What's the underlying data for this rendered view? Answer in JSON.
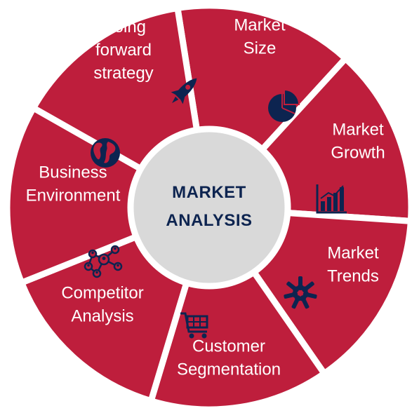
{
  "colors": {
    "segment": "#be1e3c",
    "gap": "#ffffff",
    "center_fill": "#d9d9d9",
    "center_text": "#0d2450",
    "icon": "#0d2450",
    "label": "#ffffff"
  },
  "center": {
    "line1": "MARKET",
    "line2": "ANALYSIS"
  },
  "segments": [
    {
      "name": "market-size",
      "lines": [
        "Market",
        "Size"
      ],
      "icon": "pie-chart-icon"
    },
    {
      "name": "market-growth",
      "lines": [
        "Market",
        "Growth"
      ],
      "icon": "bar-chart-icon"
    },
    {
      "name": "market-trends",
      "lines": [
        "Market",
        "Trends"
      ],
      "icon": "hands-circle-icon"
    },
    {
      "name": "customer-segmentation",
      "lines": [
        "Customer",
        "Segmentation"
      ],
      "icon": "shopping-cart-icon"
    },
    {
      "name": "competitor-analysis",
      "lines": [
        "Competitor",
        "Analysis"
      ],
      "icon": "network-icon"
    },
    {
      "name": "business-environment",
      "lines": [
        "Business",
        "Environment"
      ],
      "icon": "globe-icon"
    },
    {
      "name": "going-forward-strategy",
      "lines": [
        "Going",
        "forward",
        "strategy"
      ],
      "icon": "rocket-icon"
    }
  ]
}
